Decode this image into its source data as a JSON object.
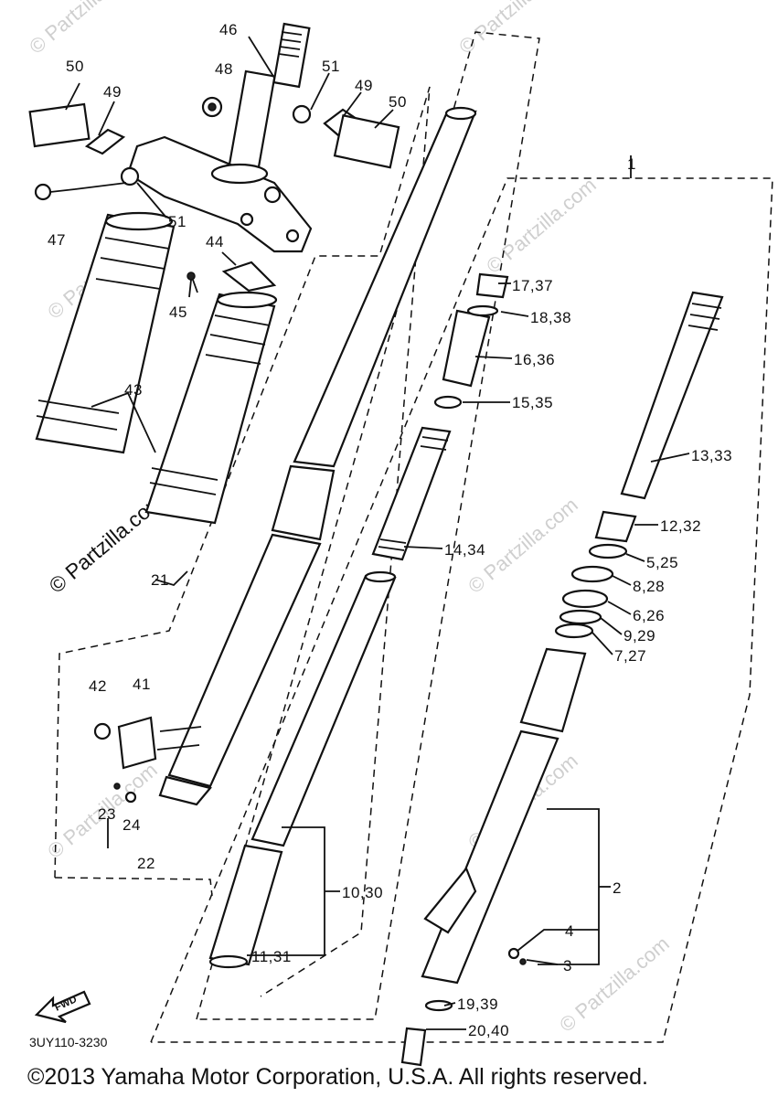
{
  "diagram": {
    "part_labels": [
      "46",
      "48",
      "51",
      "49",
      "50",
      "50",
      "49",
      "47",
      "51",
      "44",
      "45",
      "43",
      "1",
      "17,37",
      "18,38",
      "16,36",
      "15,35",
      "14,34",
      "13,33",
      "12,32",
      "5,25",
      "8,28",
      "6,26",
      "9,29",
      "7,27",
      "21",
      "42",
      "41",
      "23",
      "24",
      "22",
      "10,30",
      "11,31",
      "2",
      "4",
      "3",
      "19,39",
      "20,40"
    ],
    "watermarks": [
      "© Partzilla.com",
      "© Partzilla.com",
      "© Partzilla.com",
      "© Partzilla.com",
      "© Partzilla.com",
      "© Partzilla.com",
      "© Partzilla.com",
      "© Partzilla.com",
      "© Partzilla.com"
    ],
    "fwd_text": "FWD",
    "diagram_code": "3UY110-3230",
    "copyright": "©2013  Yamaha Motor Corporation, U.S.A. All rights reserved."
  },
  "colors": {
    "ink": "#111111",
    "watermark": "#cfcfcf",
    "background": "#ffffff"
  }
}
